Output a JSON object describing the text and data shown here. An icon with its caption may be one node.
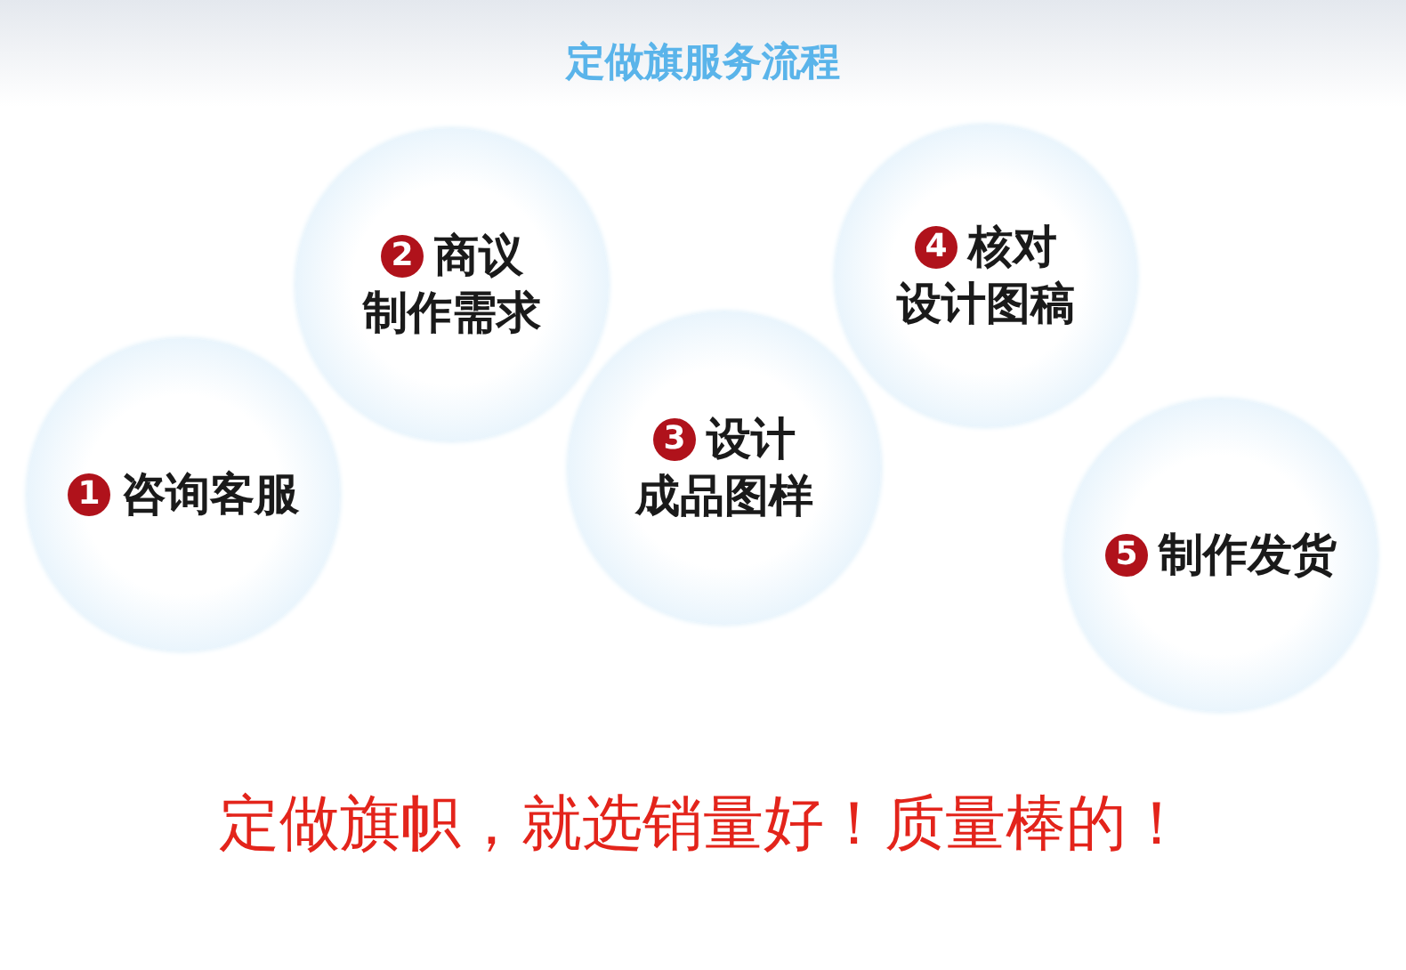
{
  "diagram": {
    "title": "定做旗服务流程",
    "nodes": [
      {
        "text": [
          "1",
          "咨询客服"
        ]
      },
      {
        "text": [
          "2",
          "商议",
          "制作需求"
        ]
      },
      {
        "text": [
          "3",
          "设计",
          "成品图样"
        ]
      },
      {
        "text": [
          "4",
          "核对",
          "设计图稿"
        ]
      },
      {
        "text": [
          "5",
          "制作发货"
        ]
      }
    ],
    "labels": [
      "定做旗帜，就选销量好！质量棒的！"
    ]
  }
}
